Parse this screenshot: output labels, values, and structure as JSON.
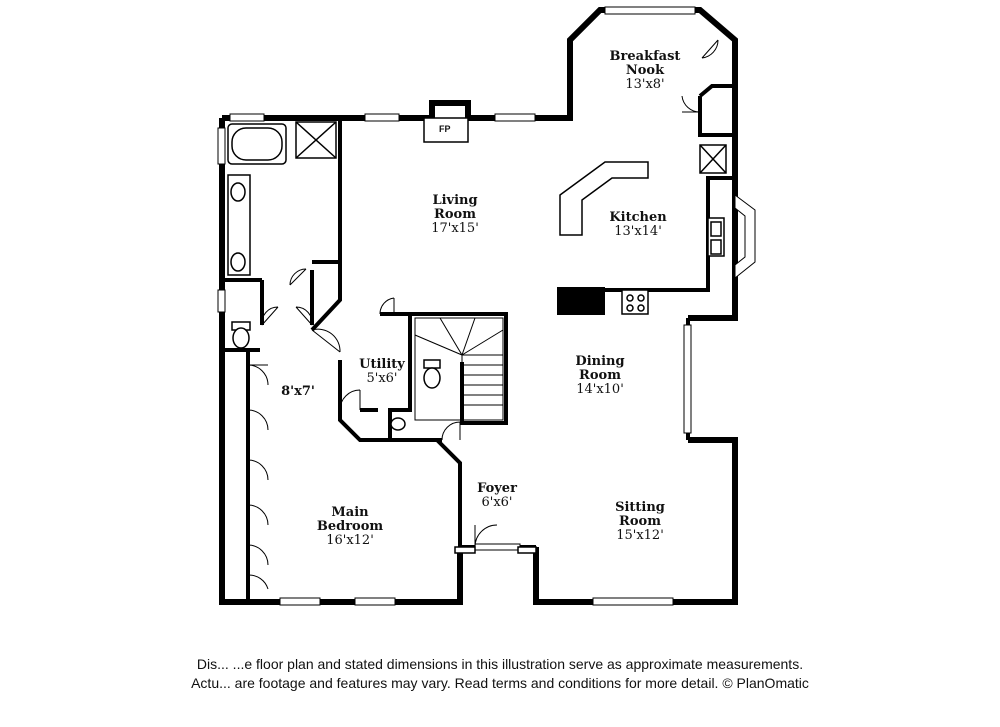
{
  "rooms": {
    "breakfast_nook": {
      "name_line1": "Breakfast",
      "name_line2": "Nook",
      "dimensions": "13'x8'"
    },
    "living_room": {
      "name_line1": "Living",
      "name_line2": "Room",
      "dimensions": "17'x15'"
    },
    "kitchen": {
      "name": "Kitchen",
      "dimensions": "13'x14'"
    },
    "utility": {
      "name": "Utility",
      "dimensions": "5'x6'"
    },
    "closet_area": {
      "dimensions": "8'x7'"
    },
    "dining_room": {
      "name_line1": "Dining",
      "name_line2": "Room",
      "dimensions": "14'x10'"
    },
    "foyer": {
      "name": "Foyer",
      "dimensions": "6'x6'"
    },
    "main_bedroom": {
      "name_line1": "Main",
      "name_line2": "Bedroom",
      "dimensions": "16'x12'"
    },
    "sitting_room": {
      "name_line1": "Sitting",
      "name_line2": "Room",
      "dimensions": "15'x12'"
    }
  },
  "fireplace_label": "FP",
  "disclaimer": {
    "line1": "Dis... ...e floor plan and stated dimensions in this illustration serve as approximate measurements.",
    "line2": "Actu... are footage and features may vary. Read terms and conditions for more detail. © PlanOmatic"
  }
}
